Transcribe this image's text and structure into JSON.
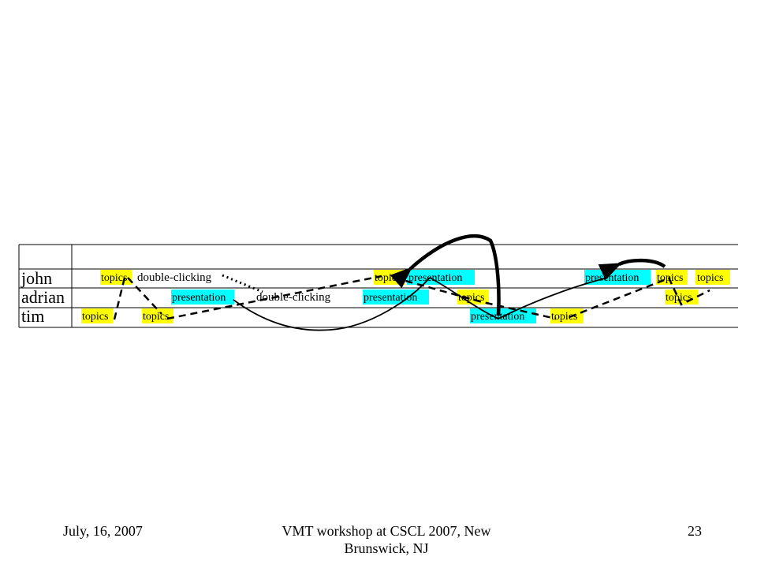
{
  "rows": [
    {
      "id": "john",
      "label": "john"
    },
    {
      "id": "adrian",
      "label": "adrian"
    },
    {
      "id": "tim",
      "label": "tim"
    }
  ],
  "tokens": [
    {
      "id": "t1",
      "row": "john",
      "text": "topics",
      "color": "#ffff00"
    },
    {
      "id": "t2",
      "row": "john",
      "text": "double-clicking",
      "color": ""
    },
    {
      "id": "t3",
      "row": "adrian",
      "text": "presentation",
      "color": "#00ffff"
    },
    {
      "id": "t4",
      "row": "adrian",
      "text": "double-clicking",
      "color": ""
    },
    {
      "id": "t5",
      "row": "tim",
      "text": "topics",
      "color": "#ffff00"
    },
    {
      "id": "t6",
      "row": "tim",
      "text": "topics",
      "color": "#ffff00"
    },
    {
      "id": "t7",
      "row": "john",
      "text": "topics",
      "color": "#ffff00"
    },
    {
      "id": "t8",
      "row": "john",
      "text": "presentation",
      "color": "#00ffff"
    },
    {
      "id": "t9",
      "row": "adrian",
      "text": "presentation",
      "color": "#00ffff"
    },
    {
      "id": "t10",
      "row": "adrian",
      "text": "topics",
      "color": "#ffff00"
    },
    {
      "id": "t11",
      "row": "tim",
      "text": "presentation",
      "color": "#00ffff"
    },
    {
      "id": "t12",
      "row": "tim",
      "text": "topics",
      "color": "#ffff00"
    },
    {
      "id": "t13",
      "row": "john",
      "text": "presentation",
      "color": "#00ffff"
    },
    {
      "id": "t14",
      "row": "john",
      "text": "topics",
      "color": "#ffff00"
    },
    {
      "id": "t15",
      "row": "john",
      "text": "topics",
      "color": "#ffff00"
    },
    {
      "id": "t16",
      "row": "adrian",
      "text": "topics",
      "color": "#ffff00"
    }
  ],
  "footer": {
    "date": "July, 16, 2007",
    "title": "VMT workshop at CSCL 2007, New Brunswick, NJ",
    "page": "23"
  }
}
